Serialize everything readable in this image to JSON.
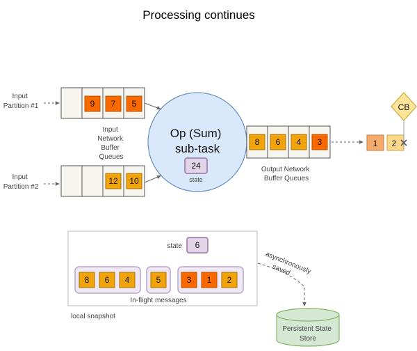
{
  "title": "Processing continues",
  "inputs": {
    "partition1_label": [
      "Input",
      "Partition #1"
    ],
    "partition2_label": [
      "Input",
      "Partition #2"
    ],
    "queue_label": [
      "Input",
      "Network",
      "Buffer",
      "Queues"
    ],
    "queue1_values": [
      "9",
      "7",
      "5"
    ],
    "queue2_values": [
      "12",
      "10"
    ]
  },
  "operator": {
    "name_lines": [
      "Op (Sum)",
      "sub-task"
    ],
    "state_value": "24",
    "state_label": "state"
  },
  "output": {
    "queue_label": [
      "Output Network",
      "Buffer Queues"
    ],
    "values": [
      "8",
      "6",
      "4",
      "3"
    ],
    "sent_values": [
      "1",
      "2"
    ]
  },
  "checkpoint_barrier": {
    "label": "CB"
  },
  "snapshot": {
    "state_label": "state",
    "state_value": "6",
    "group1": [
      "8",
      "6",
      "4"
    ],
    "group2": [
      "5"
    ],
    "group3": [
      "3",
      "1",
      "2"
    ],
    "inflight_label": "In-flight messages",
    "local_label": "local snapshot",
    "async_label": [
      "asynchronously",
      "saved"
    ]
  },
  "store": {
    "label_lines": [
      "Persistent State",
      "Store"
    ]
  },
  "colors": {
    "orange": "#f0a30a",
    "red_orange": "#fa6800",
    "light_orange": "#f5ab6e",
    "light_yellow": "#fdd88a",
    "operator_fill": "#dae8fc",
    "operator_stroke": "#6c8ebf",
    "state_fill": "#e1d5e7",
    "state_stroke": "#9673a6",
    "store_fill": "#d5e8d4",
    "store_stroke": "#82b366",
    "barrier_fill": "#ffe599",
    "barrier_stroke": "#d6b656"
  }
}
